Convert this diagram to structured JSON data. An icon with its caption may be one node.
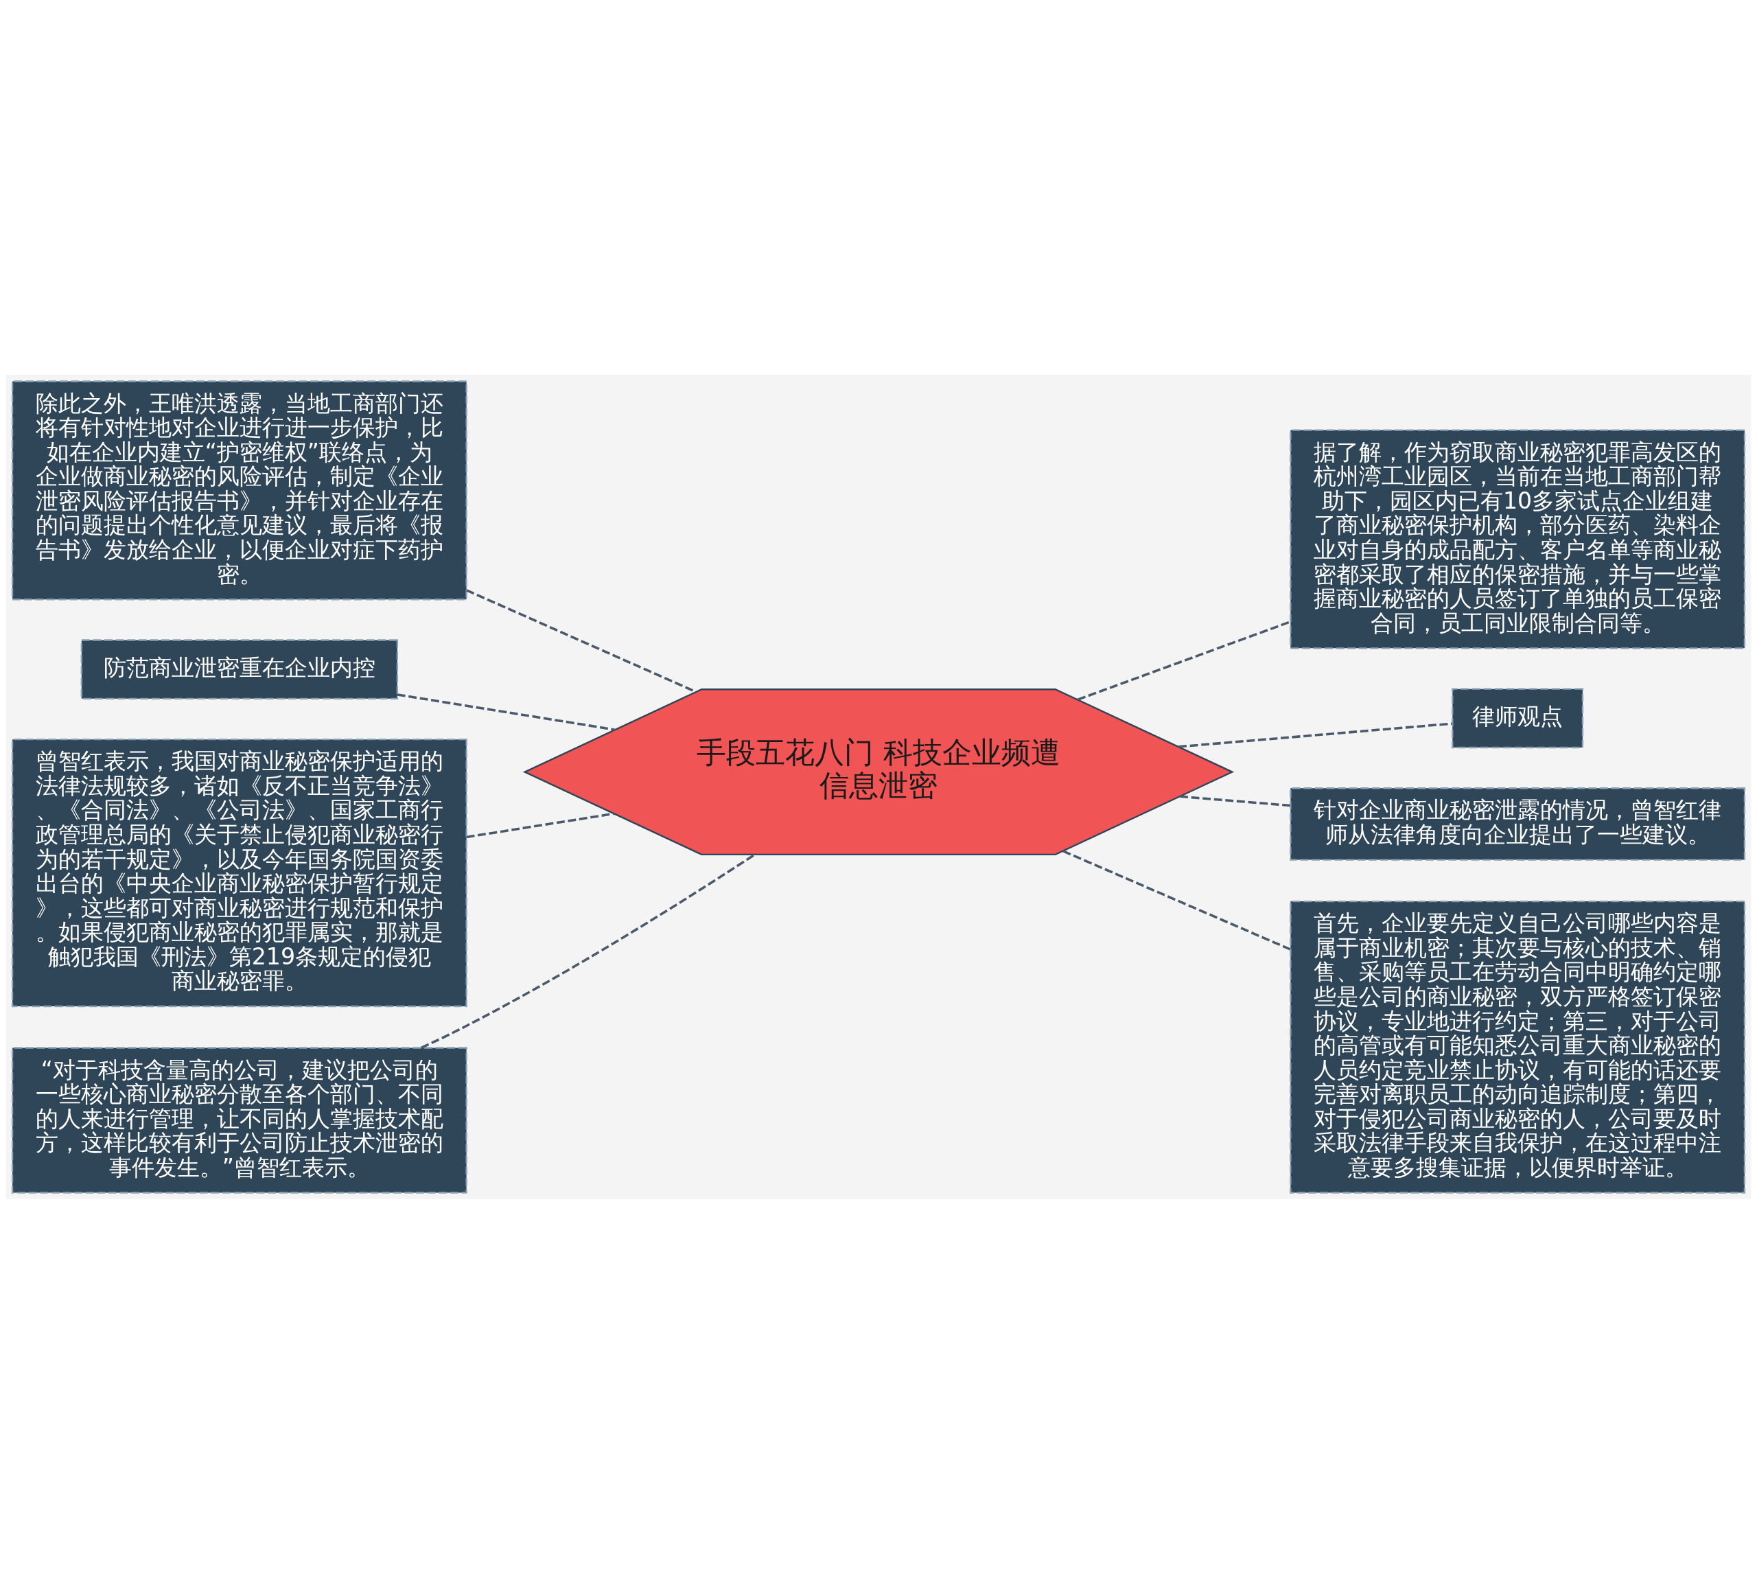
{
  "diagram": {
    "nodes": [
      {
        "text": [
          "手段五花八门 科技企业频遭信息泄密"
        ]
      },
      {
        "text": [
          "除此之外，王唯洪透露，当地工商部门还将有针对性地对企业进行进一步保护，比如在企业内建立“护密维权”联络点，为企业做商业秘密的风险评估，制定《企业泄密风险评估报告书》，并针对企业存在的问题提出个性化意见建议，最后将《报告书》发放给企业，以便企业对症下药护密。"
        ]
      },
      {
        "text": [
          "防范商业泄密重在企业内控"
        ]
      },
      {
        "text": [
          "曾智红表示，我国对商业秘密保护适用的法律法规较多，诸如《反不正当竞争法》、《合同法》、《公司法》、国家工商行政管理总局的《关于禁止侵犯商业秘密行为的若干规定》，以及今年国务院国资委出台的《中央企业商业秘密保护暂行规定》，这些都可对商业秘密进行规范和保护。如果侵犯商业秘密的犯罪属实，那就是触犯我国《刑法》第219条规定的侵犯商业秘密罪。"
        ]
      },
      {
        "text": [
          "“对于科技含量高的公司，建议把公司的一些核心商业秘密分散至各个部门、不同的人来进行管理，让不同的人掌握技术配方，这样比较有利于公司防止技术泄密的事件发生。”曾智红表示。"
        ]
      },
      {
        "text": [
          "据了解，作为窃取商业秘密犯罪高发区的杭州湾工业园区，当前在当地工商部门帮助下，园区内已有10多家试点企业组建了商业秘密保护机构，部分医药、染料企业对自身的成品配方、客户名单等商业秘密都采取了相应的保密措施，并与一些掌握商业秘密的人员签订了单独的员工保密合同，员工同业限制合同等。"
        ]
      },
      {
        "text": [
          "律师观点"
        ]
      },
      {
        "text": [
          "针对企业商业秘密泄露的情况，曾智红律师从法律角度向企业提出了一些建议。"
        ]
      },
      {
        "text": [
          "首先，企业要先定义自己公司哪些内容是属于商业机密；其次要与核心的技术、销售、采购等员工在劳动合同中明确约定哪些是公司的商业秘密，双方严格签订保密协议，专业地进行约定；第三，对于公司的高管或有可能知悉公司重大商业秘密的人员约定竞业禁止协议，有可能的话还要完善对离职员工的动向追踪制度；第四，对于侵犯公司商业秘密的人，公司要及时采取法律手段来自我保护，在这过程中注意要多搜集证据，以便界时举证。"
        ]
      }
    ],
    "edges": [
      {
        "from": 0,
        "to": 1,
        "arrow": "none",
        "style": "dashed"
      },
      {
        "from": 0,
        "to": 2,
        "arrow": "none",
        "style": "dashed"
      },
      {
        "from": 0,
        "to": 3,
        "arrow": "none",
        "style": "dashed"
      },
      {
        "from": 0,
        "to": 4,
        "arrow": "none",
        "style": "dashed"
      },
      {
        "from": 0,
        "to": 5,
        "arrow": "none",
        "style": "dashed"
      },
      {
        "from": 0,
        "to": 6,
        "arrow": "none",
        "style": "dashed"
      },
      {
        "from": 0,
        "to": 7,
        "arrow": "none",
        "style": "dashed"
      },
      {
        "from": 0,
        "to": 8,
        "arrow": "none",
        "style": "dashed"
      }
    ]
  }
}
